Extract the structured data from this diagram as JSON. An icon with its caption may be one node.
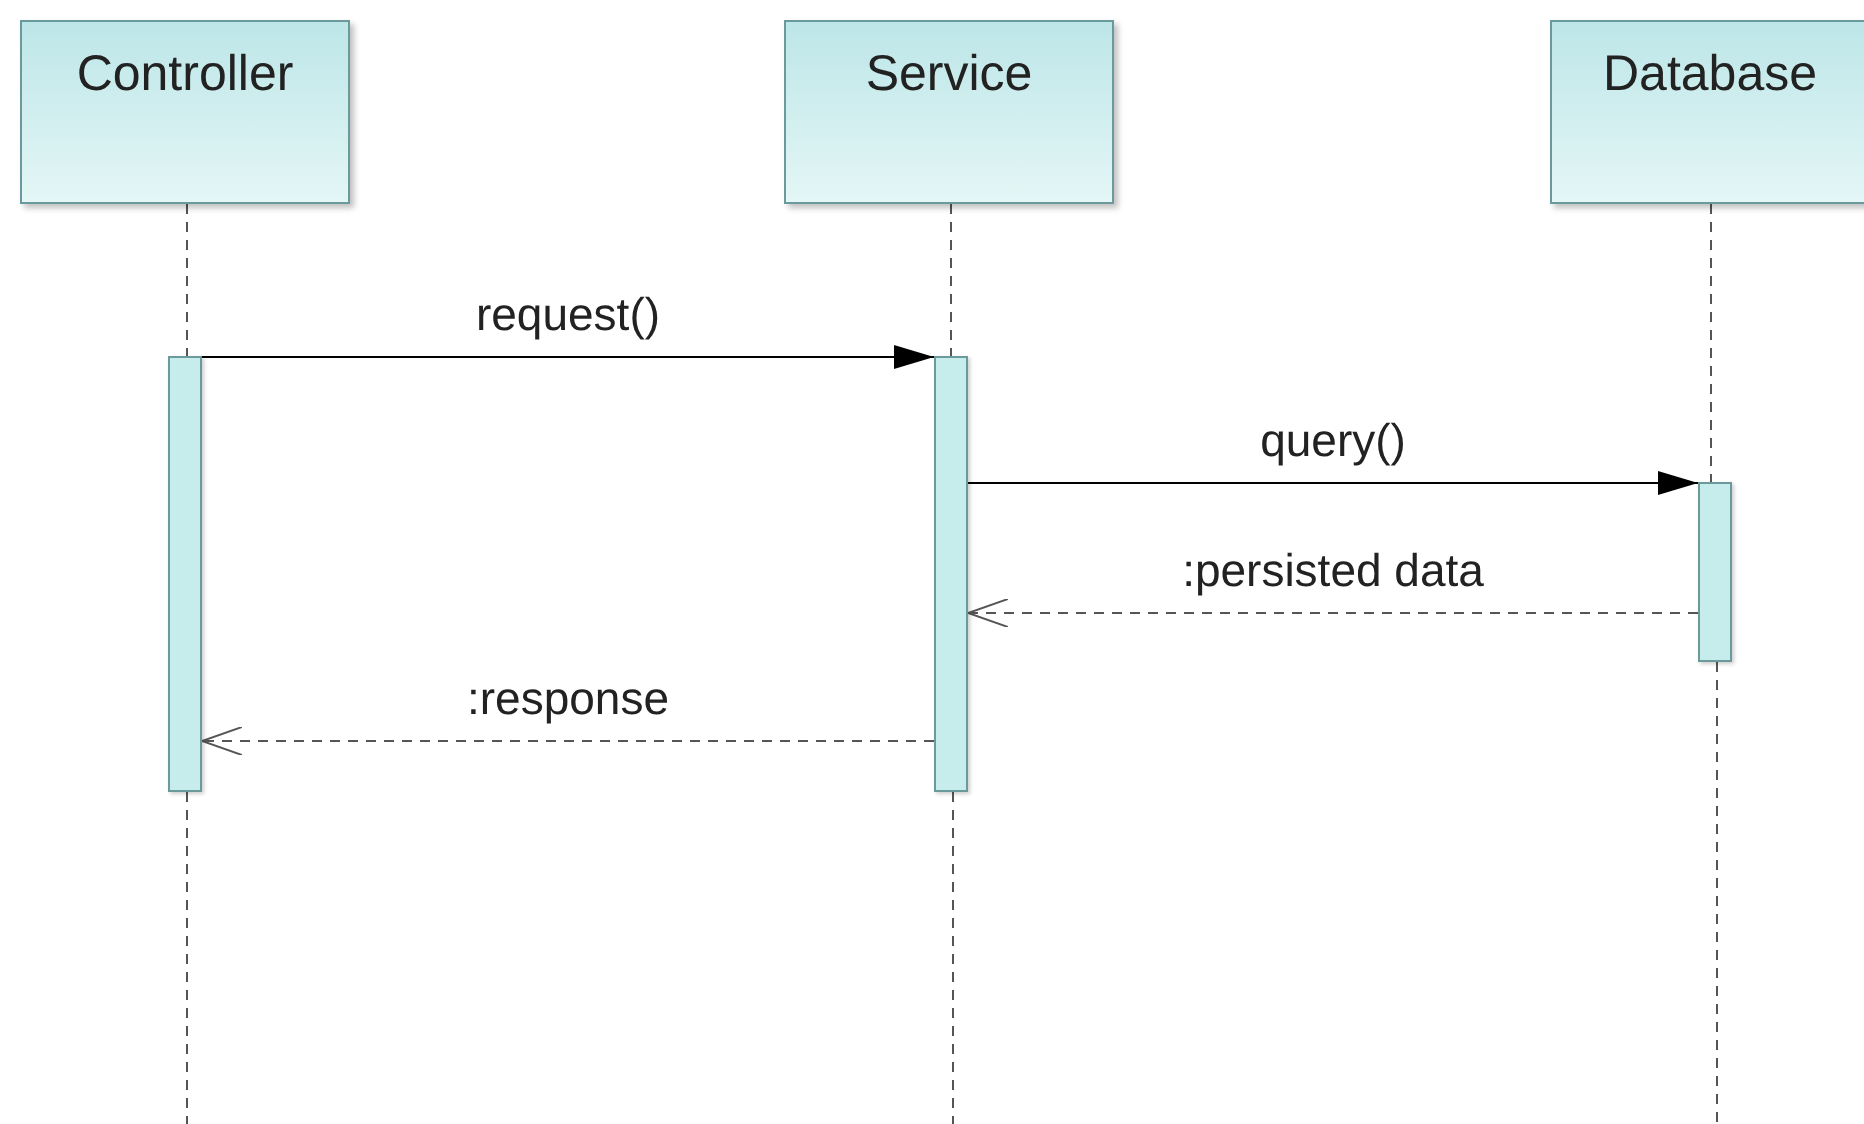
{
  "diagram": {
    "nodes": [
      {
        "text": [
          "Controller"
        ]
      },
      {
        "text": [
          "Service"
        ]
      },
      {
        "text": [
          "Database"
        ]
      },
      {
        "text": [],
        "shape": "bar"
      },
      {
        "text": [],
        "shape": "bar"
      },
      {
        "text": [],
        "shape": "bar"
      }
    ],
    "edges": [
      {
        "from": 3,
        "to": 4,
        "arrow": "to",
        "label": "request()"
      },
      {
        "from": 4,
        "to": 5,
        "arrow": "to",
        "label": "query()"
      },
      {
        "from": 5,
        "to": 4,
        "arrow": "to",
        "label": ":persisted data",
        "style": "dashed"
      },
      {
        "from": 4,
        "to": 3,
        "arrow": "to",
        "label": ":response",
        "style": "dashed"
      },
      {
        "from": 0,
        "to": 3,
        "arrow": "none",
        "style": "dashed"
      },
      {
        "from": 1,
        "to": 4,
        "arrow": "none",
        "style": "dashed"
      },
      {
        "from": 2,
        "to": 5,
        "arrow": "none",
        "style": "dashed"
      },
      {
        "from": 3,
        "to": null,
        "arrow": "none",
        "style": "dashed"
      },
      {
        "from": 4,
        "to": null,
        "arrow": "none",
        "style": "dashed"
      },
      {
        "from": 5,
        "to": null,
        "arrow": "none",
        "style": "dashed"
      }
    ]
  }
}
